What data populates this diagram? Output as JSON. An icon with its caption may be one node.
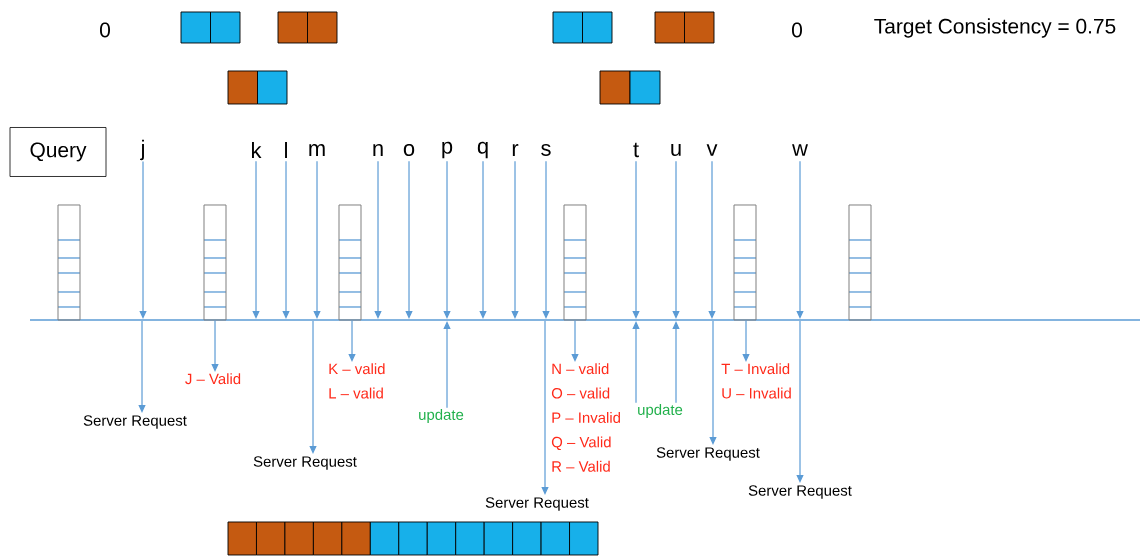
{
  "diagram": {
    "nodes": [
      {
        "text": [
          "Query"
        ]
      },
      {
        "text": [
          "j"
        ]
      },
      {
        "text": [
          "k"
        ]
      },
      {
        "text": [
          "l"
        ]
      },
      {
        "text": [
          "m"
        ]
      },
      {
        "text": [
          "n"
        ]
      },
      {
        "text": [
          "o"
        ]
      },
      {
        "text": [
          "p"
        ]
      },
      {
        "text": [
          "q"
        ]
      },
      {
        "text": [
          "r"
        ]
      },
      {
        "text": [
          "s"
        ]
      },
      {
        "text": [
          "t"
        ]
      },
      {
        "text": [
          "u"
        ]
      },
      {
        "text": [
          "v"
        ]
      },
      {
        "text": [
          "w"
        ]
      },
      {
        "text": [],
        "shape": "box"
      },
      {
        "text": [],
        "shape": "box"
      },
      {
        "text": [],
        "shape": "box"
      },
      {
        "text": [],
        "shape": "box"
      },
      {
        "text": [],
        "shape": "box"
      },
      {
        "text": [],
        "shape": "box"
      },
      {
        "text": [
          "J – Valid"
        ]
      },
      {
        "text": [
          "K – valid",
          "L – valid"
        ]
      },
      {
        "text": [
          "N – valid",
          "O – valid",
          "P – Invalid",
          "Q – Valid",
          "R – Valid"
        ]
      },
      {
        "text": [
          "T – Invalid",
          "U – Invalid"
        ]
      },
      {
        "text": [
          "update"
        ]
      },
      {
        "text": [
          "update"
        ]
      },
      {
        "text": [
          "Server Request"
        ]
      },
      {
        "text": [
          "Server Request"
        ]
      },
      {
        "text": [
          "Server Request"
        ]
      },
      {
        "text": [
          "Server Request"
        ]
      },
      {
        "text": [
          "Server Request"
        ]
      }
    ],
    "edges": [
      {
        "from": 1,
        "to": null,
        "arrow": "to"
      },
      {
        "from": 2,
        "to": null,
        "arrow": "to"
      },
      {
        "from": 3,
        "to": null,
        "arrow": "to"
      },
      {
        "from": 4,
        "to": null,
        "arrow": "to"
      },
      {
        "from": 5,
        "to": null,
        "arrow": "to"
      },
      {
        "from": 6,
        "to": null,
        "arrow": "to"
      },
      {
        "from": 7,
        "to": null,
        "arrow": "to"
      },
      {
        "from": 8,
        "to": null,
        "arrow": "to"
      },
      {
        "from": 9,
        "to": null,
        "arrow": "to"
      },
      {
        "from": 10,
        "to": null,
        "arrow": "to"
      },
      {
        "from": 11,
        "to": null,
        "arrow": "to"
      },
      {
        "from": 12,
        "to": null,
        "arrow": "to"
      },
      {
        "from": 13,
        "to": null,
        "arrow": "to"
      },
      {
        "from": 14,
        "to": null,
        "arrow": "to"
      },
      {
        "from": null,
        "to": 27,
        "arrow": "to"
      },
      {
        "from": null,
        "to": 28,
        "arrow": "to"
      },
      {
        "from": null,
        "to": 29,
        "arrow": "to"
      },
      {
        "from": null,
        "to": 30,
        "arrow": "to"
      },
      {
        "from": null,
        "to": 31,
        "arrow": "to"
      },
      {
        "from": 16,
        "to": 21,
        "arrow": "to"
      },
      {
        "from": 17,
        "to": 22,
        "arrow": "to"
      },
      {
        "from": 18,
        "to": 23,
        "arrow": "to"
      },
      {
        "from": 19,
        "to": 24,
        "arrow": "to"
      },
      {
        "from": 25,
        "to": null,
        "arrow": "to"
      },
      {
        "from": 26,
        "to": null,
        "arrow": "to"
      },
      {
        "from": 26,
        "to": null,
        "arrow": "to"
      }
    ],
    "labels": [
      "0",
      "0",
      "Target Consistency = 0.75"
    ]
  }
}
